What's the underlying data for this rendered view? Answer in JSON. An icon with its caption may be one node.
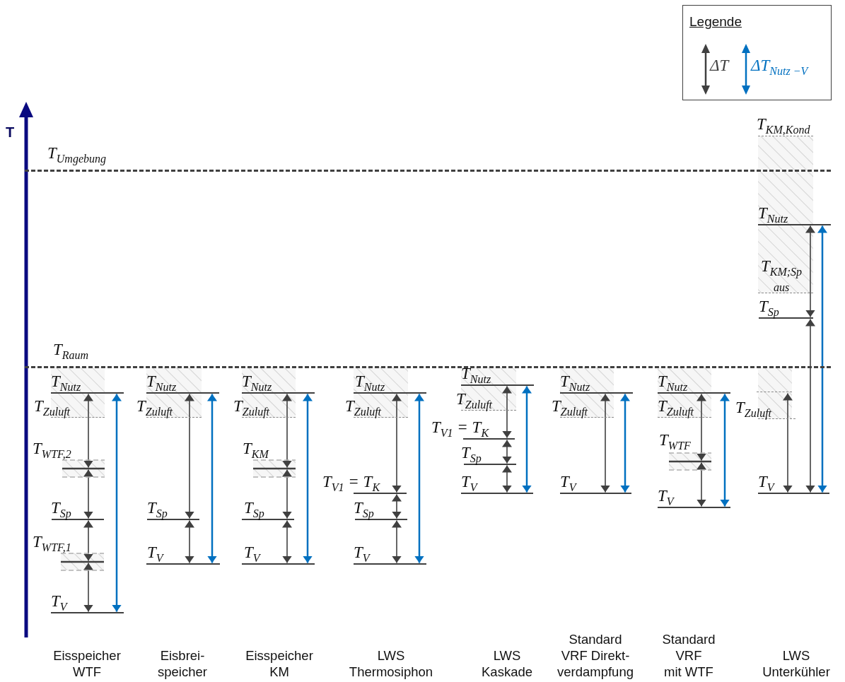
{
  "diagram": {
    "nodes": [
      {
        "text": [
          "T$_{Umgebung}$"
        ]
      },
      {
        "text": [
          "T$_{Raum}$"
        ]
      },
      {
        "text": [
          "T$_{Nutz}$"
        ]
      },
      {
        "text": [
          "T$_{Zuluft}$"
        ]
      },
      {
        "text": [
          "T$_{WTF,2}$"
        ]
      },
      {
        "text": [
          "T$_{Sp}$"
        ]
      },
      {
        "text": [
          "T$_{WTF,1}$"
        ]
      },
      {
        "text": [
          "T$_{V}$"
        ]
      },
      {
        "text": [
          "T$_{Nutz}$"
        ]
      },
      {
        "text": [
          "T$_{Zuluft}$"
        ]
      },
      {
        "text": [
          "T$_{Sp}$"
        ]
      },
      {
        "text": [
          "T$_{V}$"
        ]
      },
      {
        "text": [
          "T$_{Nutz}$"
        ]
      },
      {
        "text": [
          "T$_{Zuluft}$"
        ]
      },
      {
        "text": [
          "T$_{KM}$"
        ]
      },
      {
        "text": [
          "T$_{Sp}$"
        ]
      },
      {
        "text": [
          "T$_{V}$"
        ]
      },
      {
        "text": [
          "T$_{Nutz}$"
        ]
      },
      {
        "text": [
          "T$_{Zuluft}$"
        ]
      },
      {
        "text": [
          "T$_{V1}$ = T$_{K}$"
        ]
      },
      {
        "text": [
          "T$_{Sp}$"
        ]
      },
      {
        "text": [
          "T$_{V}$"
        ]
      },
      {
        "text": [
          "T$_{Nutz}$"
        ]
      },
      {
        "text": [
          "T$_{Zuluft}$"
        ]
      },
      {
        "text": [
          "T$_{V1}$ = T$_{K}$"
        ]
      },
      {
        "text": [
          "T$_{Sp}$"
        ]
      },
      {
        "text": [
          "T$_{V}$"
        ]
      },
      {
        "text": [
          "T$_{Nutz}$"
        ]
      },
      {
        "text": [
          "T$_{Zuluft}$"
        ]
      },
      {
        "text": [
          "T$_{V}$"
        ]
      },
      {
        "text": [
          "T$_{Nutz}$"
        ]
      },
      {
        "text": [
          "T$_{Zuluft}$"
        ]
      },
      {
        "text": [
          "T$_{WTF}$"
        ]
      },
      {
        "text": [
          "T$_{V}$"
        ]
      },
      {
        "text": [
          "T$_{KM,Kond}$"
        ]
      },
      {
        "text": [
          "T$_{Nutz}$"
        ]
      },
      {
        "text": [
          "T$_{KM;Sp}$ $_{aus}$"
        ]
      },
      {
        "text": [
          "T$_{Sp}$"
        ]
      },
      {
        "text": [],
        "shape": "bar"
      },
      {
        "text": [
          "T$_{Zuluft}$"
        ]
      },
      {
        "text": [
          "T$_{V}$"
        ]
      }
    ],
    "edges": [
      {
        "from": 2,
        "to": 4,
        "arrow": "both"
      },
      {
        "from": 4,
        "to": 5,
        "arrow": "both"
      },
      {
        "from": 5,
        "to": 6,
        "arrow": "both"
      },
      {
        "from": 6,
        "to": 7,
        "arrow": "both"
      },
      {
        "from": 2,
        "to": 7,
        "arrow": "both",
        "color": "#0070c0"
      },
      {
        "from": 8,
        "to": 10,
        "arrow": "both"
      },
      {
        "from": 10,
        "to": 11,
        "arrow": "both"
      },
      {
        "from": 8,
        "to": 11,
        "arrow": "both",
        "color": "#0070c0"
      },
      {
        "from": 12,
        "to": 14,
        "arrow": "both"
      },
      {
        "from": 14,
        "to": 15,
        "arrow": "both"
      },
      {
        "from": 15,
        "to": 16,
        "arrow": "both"
      },
      {
        "from": 12,
        "to": 16,
        "arrow": "both",
        "color": "#0070c0"
      },
      {
        "from": 17,
        "to": 19,
        "arrow": "both"
      },
      {
        "from": 19,
        "to": 20,
        "arrow": "both"
      },
      {
        "from": 20,
        "to": 21,
        "arrow": "both"
      },
      {
        "from": 17,
        "to": 21,
        "arrow": "both",
        "color": "#0070c0"
      },
      {
        "from": 22,
        "to": 24,
        "arrow": "both"
      },
      {
        "from": 24,
        "to": 25,
        "arrow": "both"
      },
      {
        "from": 25,
        "to": 26,
        "arrow": "both"
      },
      {
        "from": 22,
        "to": 26,
        "arrow": "both",
        "color": "#0070c0"
      },
      {
        "from": 27,
        "to": 29,
        "arrow": "both"
      },
      {
        "from": 27,
        "to": 29,
        "arrow": "both",
        "color": "#0070c0"
      },
      {
        "from": 30,
        "to": 32,
        "arrow": "both"
      },
      {
        "from": 32,
        "to": 33,
        "arrow": "both"
      },
      {
        "from": 30,
        "to": 33,
        "arrow": "both",
        "color": "#0070c0"
      },
      {
        "from": 35,
        "to": 37,
        "arrow": "both"
      },
      {
        "from": 37,
        "to": 40,
        "arrow": "both"
      },
      {
        "from": 38,
        "to": 40,
        "arrow": "both"
      },
      {
        "from": 35,
        "to": 40,
        "arrow": "both",
        "color": "#0070c0"
      }
    ],
    "labels": [
      "T",
      "Eisspeicher WTF",
      "Eisbrei- speicher",
      "Eisspeicher KM",
      "LWS Thermosiphon",
      "LWS Kaskade",
      "Standard VRF Direkt- verdampfung",
      "Standard VRF mit WTF",
      "LWS Unterkühler",
      "Legende"
    ],
    "legend": [
      {
        "text": "ΔT"
      },
      {
        "text": "ΔT$_{Nutz −V}$"
      }
    ]
  }
}
